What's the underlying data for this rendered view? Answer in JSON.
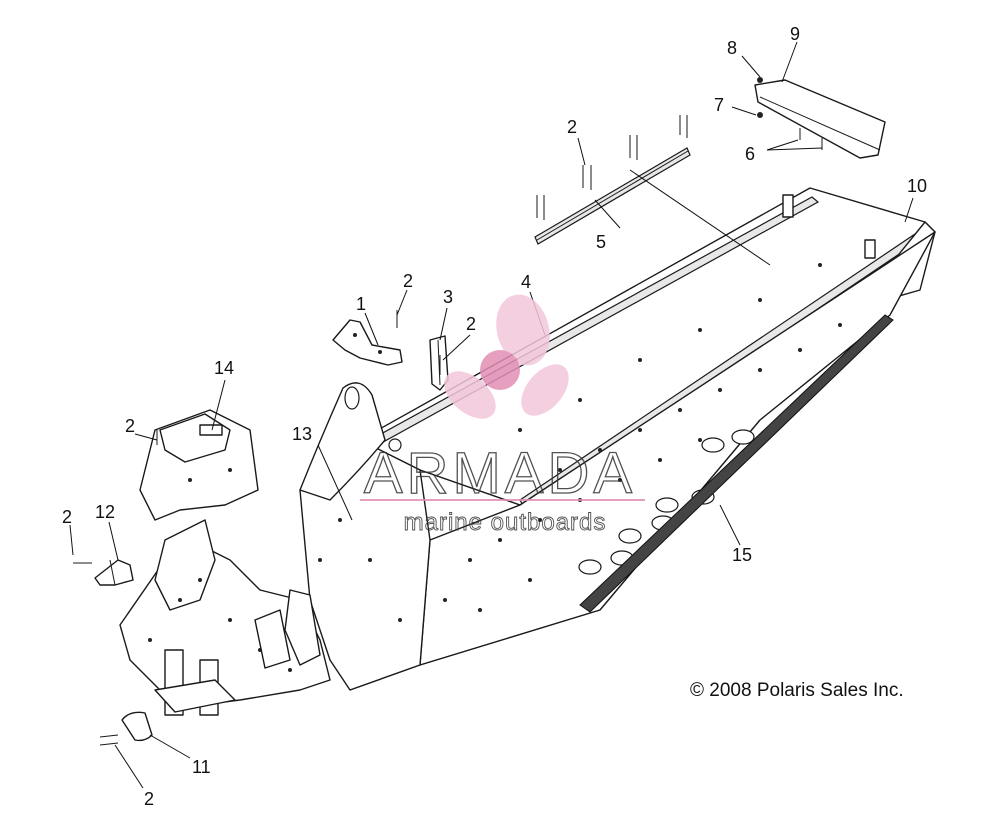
{
  "callouts": {
    "c1": "1",
    "c2a": "2",
    "c2b": "2",
    "c2c": "2",
    "c2d": "2",
    "c2e": "2",
    "c2f": "2",
    "c3": "3",
    "c4": "4",
    "c5": "5",
    "c6": "6",
    "c7": "7",
    "c8": "8",
    "c9": "9",
    "c10": "10",
    "c11": "11",
    "c12": "12",
    "c13": "13",
    "c14": "14",
    "c15": "15"
  },
  "watermark": {
    "brand": "ARMADA",
    "tagline": "marine outboards",
    "logo_color": "#e38fb6"
  },
  "copyright": "© 2008 Polaris Sales Inc."
}
